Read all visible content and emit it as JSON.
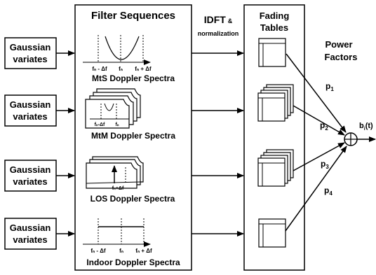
{
  "sources": [
    {
      "line1": "Gaussian",
      "line2": "variates"
    },
    {
      "line1": "Gaussian",
      "line2": "variates"
    },
    {
      "line1": "Gaussian",
      "line2": "variates"
    },
    {
      "line1": "Gaussian",
      "line2": "variates"
    }
  ],
  "filter_panel": {
    "title": "Filter Sequences",
    "spectra": [
      {
        "label": "MtS Doppler Spectra",
        "ticks": [
          "fₙ - Δf",
          "fₙ",
          "fₙ + Δf"
        ]
      },
      {
        "label": "MtM Doppler Spectra",
        "ticks": [
          "fₙ-Δf",
          "fₙ"
        ]
      },
      {
        "label": "LOS Doppler  Spectra",
        "ticks": [
          "fₙ+Δf"
        ]
      },
      {
        "label": "Indoor Doppler Spectra",
        "ticks": [
          "fₙ - Δf",
          "fₙ",
          "fₙ + Δf"
        ]
      }
    ]
  },
  "idft": {
    "main": "IDFT",
    "amp": "&",
    "sub": "normalization"
  },
  "fading_tables": {
    "line1": "Fading",
    "line2": "Tables"
  },
  "power_factors": {
    "line1": "Power",
    "line2": "Factors",
    "p": [
      {
        "base": "p",
        "sub": "1"
      },
      {
        "base": "p",
        "sub": "2"
      },
      {
        "base": "p",
        "sub": "3"
      },
      {
        "base": "p",
        "sub": "4"
      }
    ]
  },
  "output": {
    "base": "b",
    "sub": "i",
    "suffix": "(t)"
  }
}
